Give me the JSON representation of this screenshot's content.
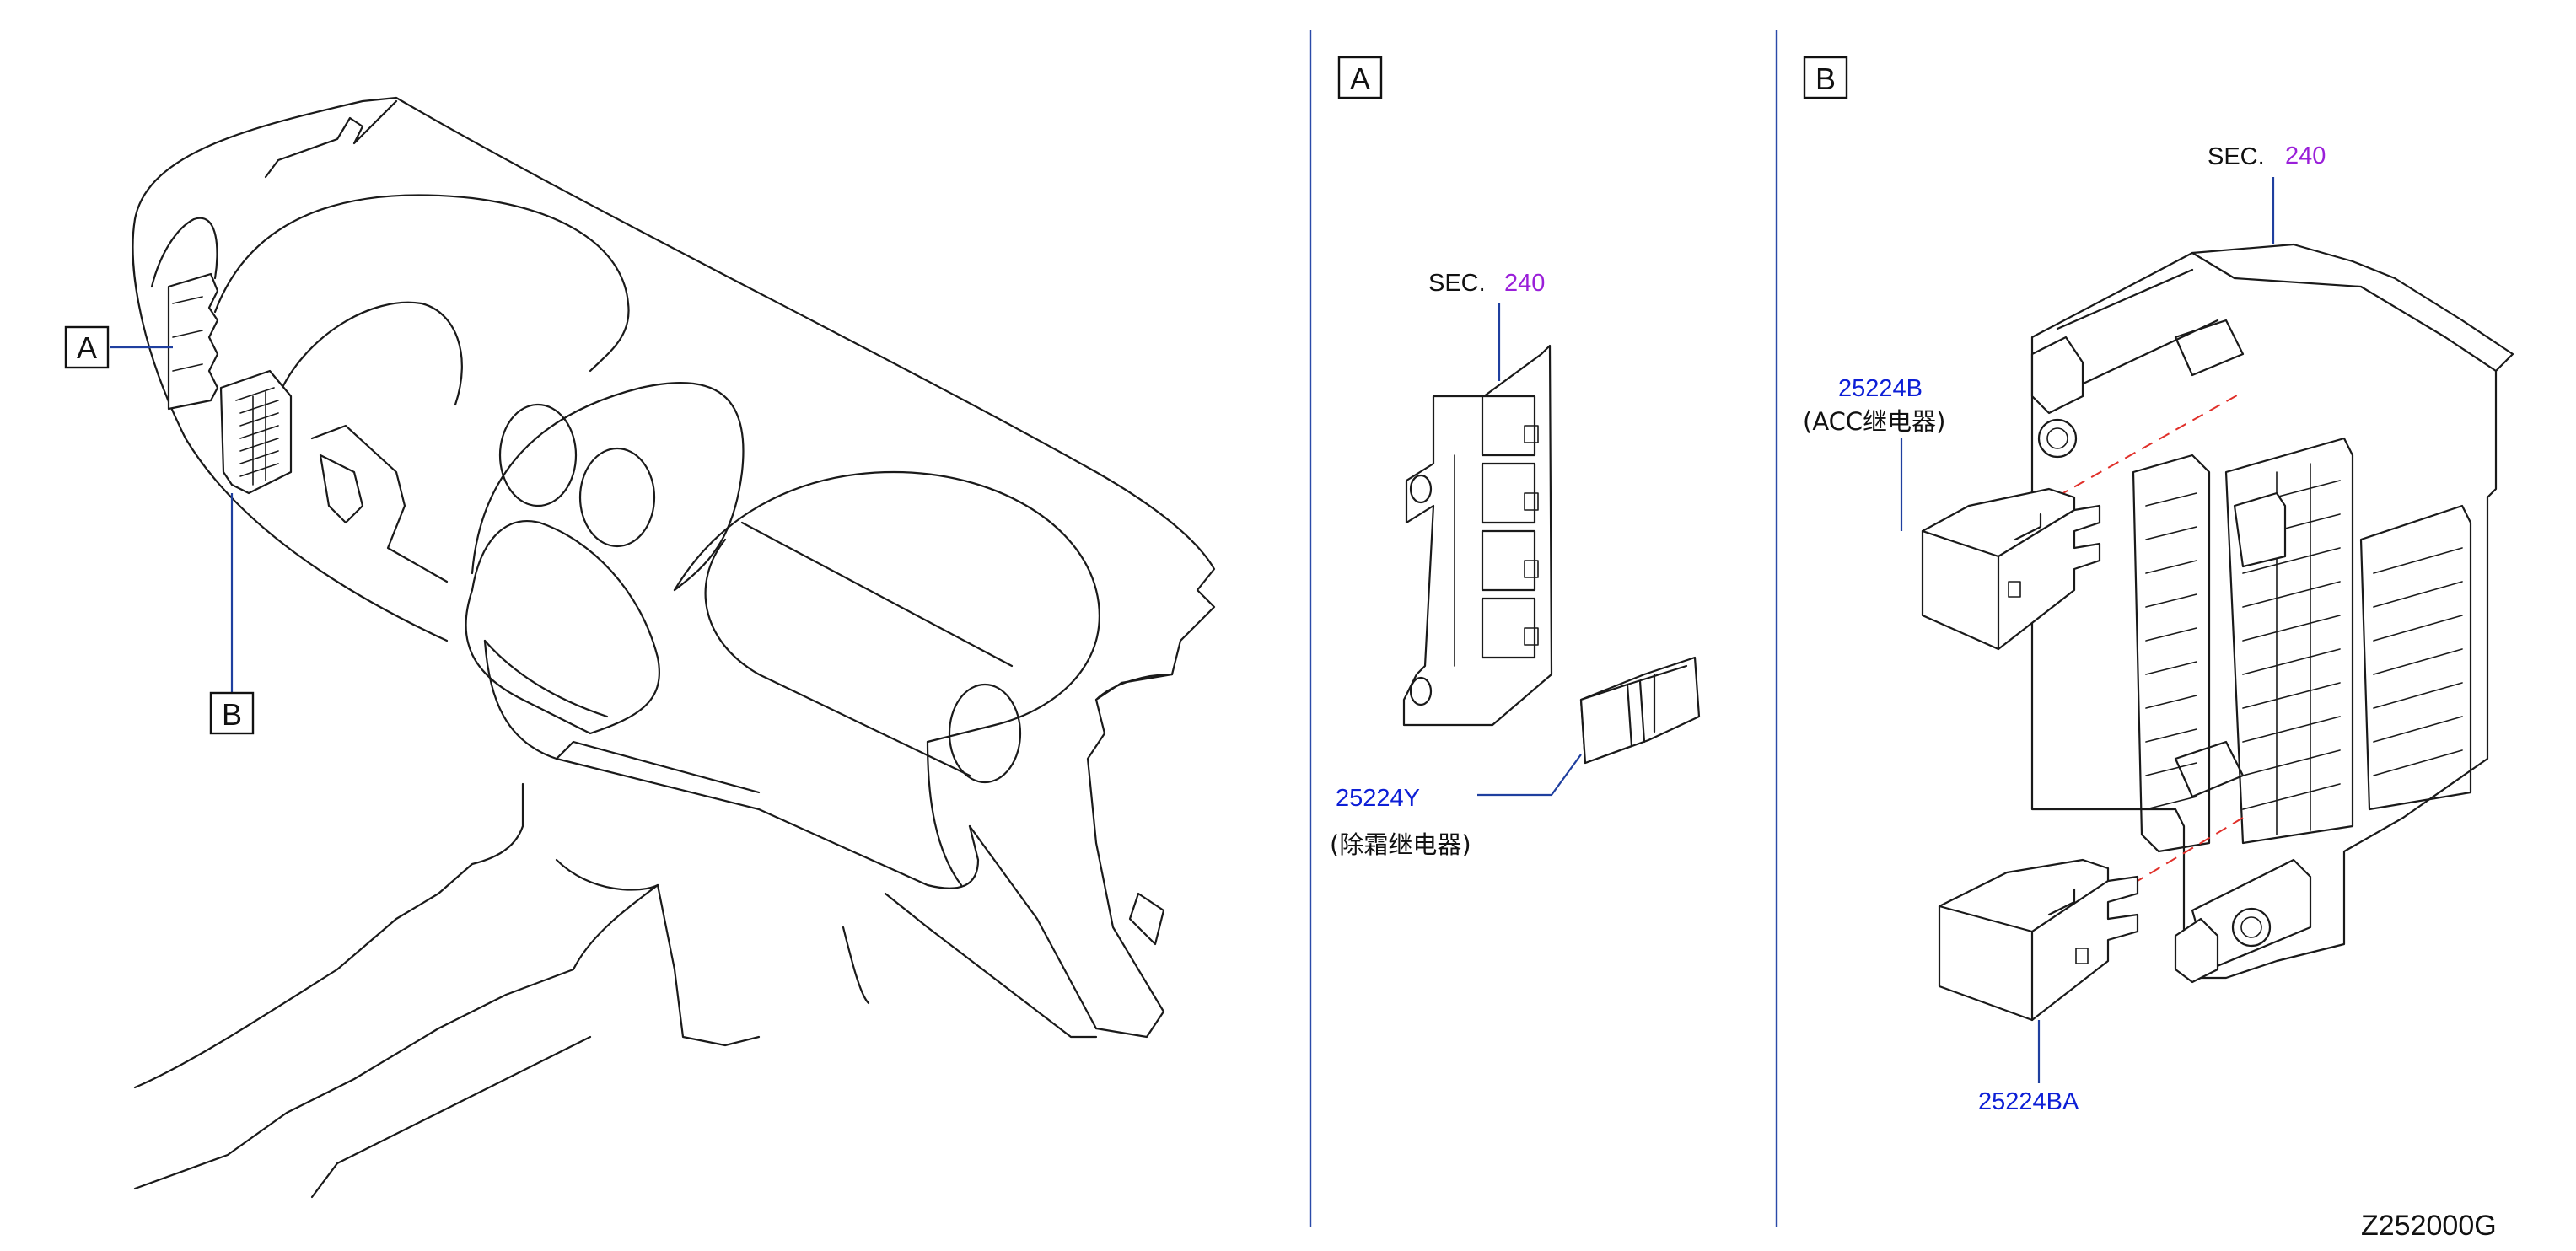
{
  "diagram": {
    "callouts": {
      "a": "A",
      "b": "B"
    },
    "panel_a": {
      "view_label": "A",
      "sec_prefix": "SEC.",
      "sec_number": "240",
      "part_number": "25224Y",
      "part_note": "(除霜继电器)"
    },
    "panel_b": {
      "view_label": "B",
      "sec_prefix": "SEC.",
      "sec_number": "240",
      "part_upper_number": "25224B",
      "part_upper_note": "(ACC继电器)",
      "part_lower_number": "25224BA"
    },
    "figure_code": "Z252000G",
    "colors": {
      "part_number": "#0d1fd6",
      "section_number": "#9a1fd9",
      "leader_line": "#1f3f9f",
      "dashed_guide": "#e0302a"
    }
  }
}
